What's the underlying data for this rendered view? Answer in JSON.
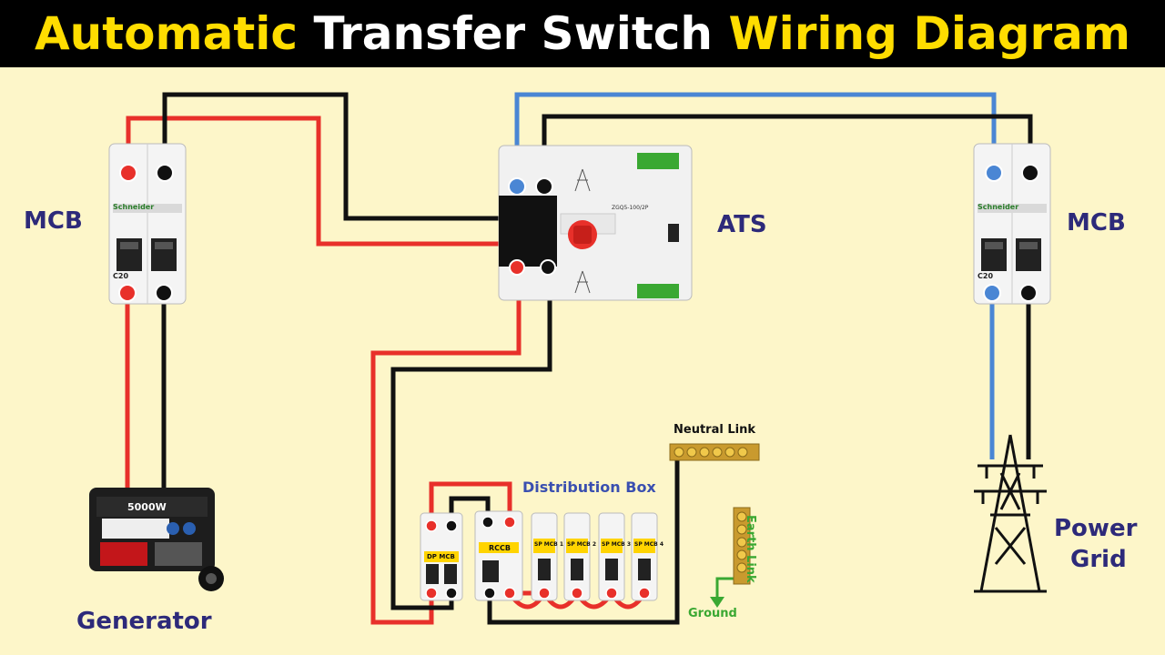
{
  "title": {
    "part1": "Automatic",
    "part2": " Transfer Switch ",
    "part3": "Wiring Diagram"
  },
  "labels": {
    "mcb_left": "MCB",
    "mcb_right": "MCB",
    "ats": "ATS",
    "generator": "Generator",
    "power_grid_line1": "Power",
    "power_grid_line2": "Grid",
    "distribution_box": "Distribution Box",
    "neutral_link": "Neutral Link",
    "earth_link": "Earth Link",
    "ground": "Ground"
  },
  "devices": {
    "mcb_brand": "Schneider",
    "mcb_rating": "C20",
    "generator_rating": "5000W",
    "ats_model": "ZGQ5-100/2P",
    "dp_mcb": "DP MCB",
    "rccb": "RCCB",
    "sp_mcbs": [
      "SP MCB 1",
      "SP MCB 2",
      "SP MCB 3",
      "SP MCB 4"
    ]
  },
  "colors": {
    "background": "#fdf6c9",
    "title_accent": "#ffdd00",
    "live_wire": "#e8302a",
    "neutral_wire": "#111111",
    "grid_wire": "#4a86d4",
    "earth_wire": "#3aa832"
  }
}
